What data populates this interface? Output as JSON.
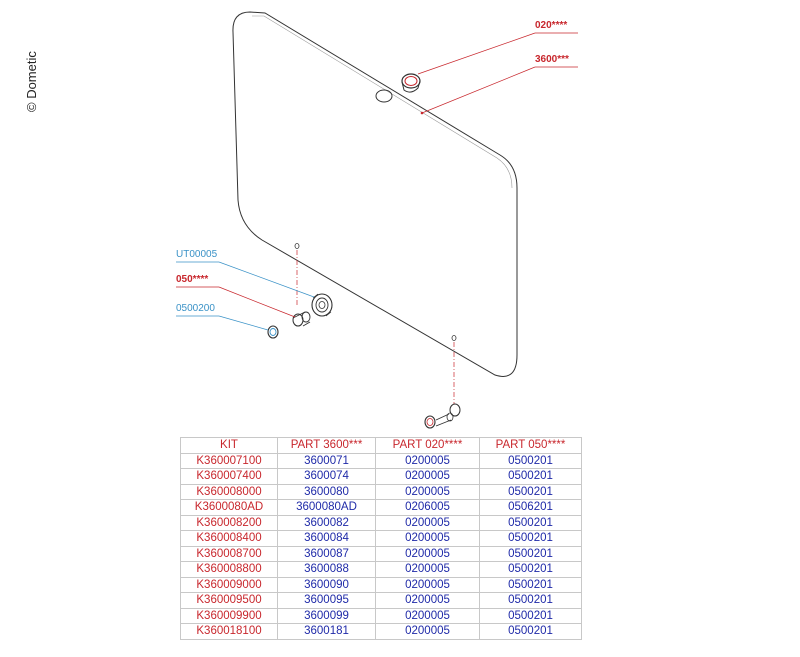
{
  "copyright": "© Dometic",
  "callouts": {
    "part_020": "020****",
    "part_3600": "3600***",
    "part_ut": "UT00005",
    "part_050": "050****",
    "part_0500200": "0500200"
  },
  "colors": {
    "red": "#c8272d",
    "blue_label": "#3a92c7",
    "value_blue": "#1f2aa8",
    "line": "#333333"
  },
  "table": {
    "headers": [
      "KIT",
      "PART 3600***",
      "PART 020****",
      "PART 050****"
    ],
    "rows": [
      [
        "K360007100",
        "3600071",
        "0200005",
        "0500201"
      ],
      [
        "K360007400",
        "3600074",
        "0200005",
        "0500201"
      ],
      [
        "K360008000",
        "3600080",
        "0200005",
        "0500201"
      ],
      [
        "K3600080AD",
        "3600080AD",
        "0206005",
        "0506201"
      ],
      [
        "K360008200",
        "3600082",
        "0200005",
        "0500201"
      ],
      [
        "K360008400",
        "3600084",
        "0200005",
        "0500201"
      ],
      [
        "K360008700",
        "3600087",
        "0200005",
        "0500201"
      ],
      [
        "K360008800",
        "3600088",
        "0200005",
        "0500201"
      ],
      [
        "K360009000",
        "3600090",
        "0200005",
        "0500201"
      ],
      [
        "K360009500",
        "3600095",
        "0200005",
        "0500201"
      ],
      [
        "K360009900",
        "3600099",
        "0200005",
        "0500201"
      ],
      [
        "K360018100",
        "3600181",
        "0200005",
        "0500201"
      ]
    ]
  }
}
